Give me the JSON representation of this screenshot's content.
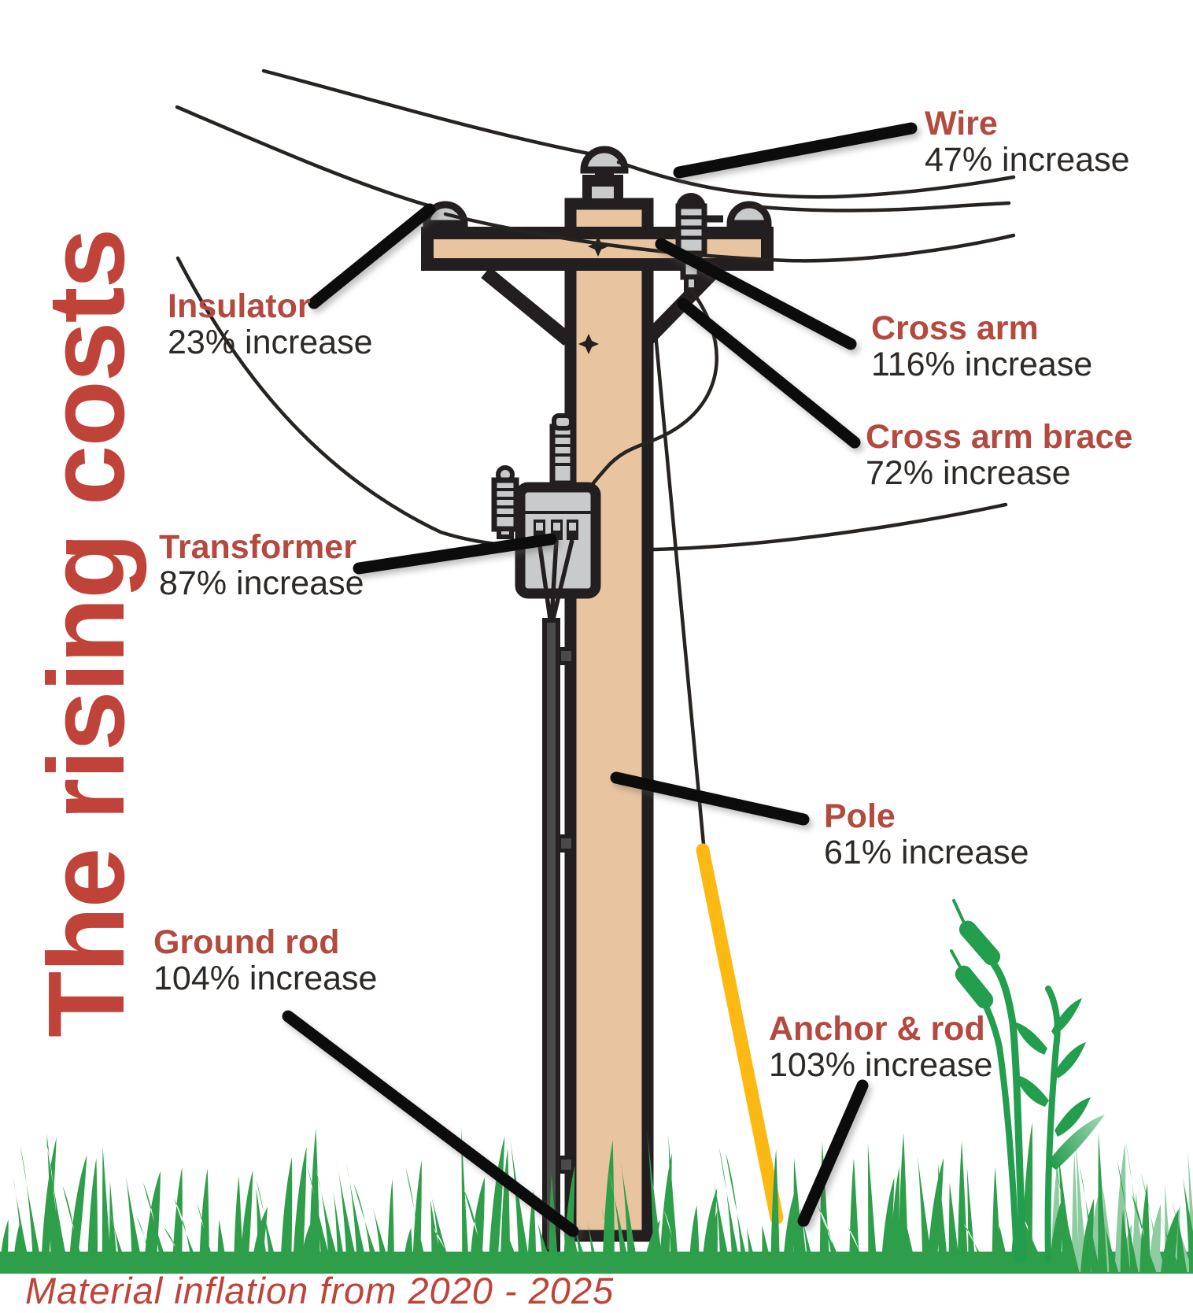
{
  "vertical_title": "The rising costs",
  "footer": "Material inflation from 2020 - 2025",
  "callouts": [
    {
      "id": "wire",
      "label": "Wire",
      "value": "47% increase"
    },
    {
      "id": "insulator",
      "label": "Insulator",
      "value": "23% increase"
    },
    {
      "id": "cross-arm",
      "label": "Cross arm",
      "value": "116% increase"
    },
    {
      "id": "cross-arm-brace",
      "label": "Cross arm brace",
      "value": "72% increase"
    },
    {
      "id": "transformer",
      "label": "Transformer",
      "value": "87% increase"
    },
    {
      "id": "pole",
      "label": "Pole",
      "value": "61% increase"
    },
    {
      "id": "ground-rod",
      "label": "Ground rod",
      "value": "104% increase"
    },
    {
      "id": "anchor-rod",
      "label": "Anchor & rod",
      "value": "103% increase"
    }
  ],
  "colors": {
    "red-title": "#c04339",
    "red-label": "#b4493f",
    "ink": "#2d2926",
    "outline": "#231f20",
    "tan": "#e9c4a1",
    "hardware-gray": "#c9cacb",
    "rod-gray": "#4a4a4a",
    "guy-yellow": "#fdb913",
    "grass-green": "#2f9e4a",
    "grass-light": "#8fcba1",
    "plant-green": "#239d4e",
    "leader-black": "#0c0c0c",
    "wire-black": "#272321"
  }
}
